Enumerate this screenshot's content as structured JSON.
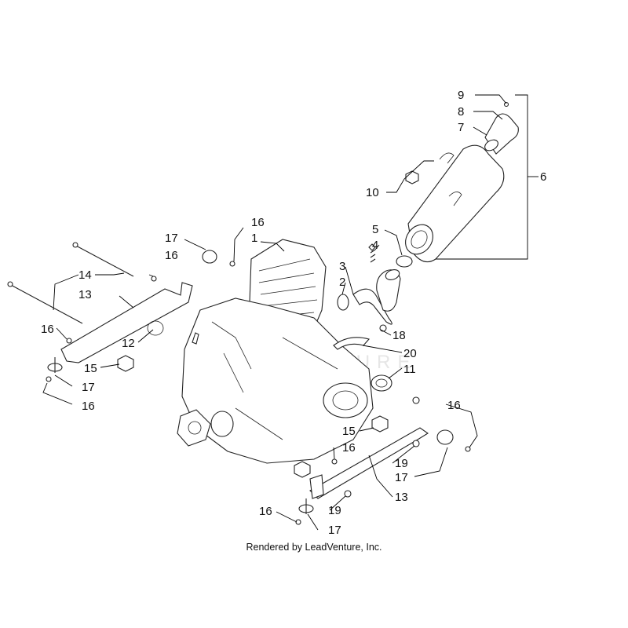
{
  "caption": "Rendered by LeadVenture, Inc.",
  "watermark": "LEADVENTURE",
  "callouts": [
    {
      "id": "c9",
      "label": "9"
    },
    {
      "id": "c8",
      "label": "8"
    },
    {
      "id": "c7",
      "label": "7"
    },
    {
      "id": "c6",
      "label": "6"
    },
    {
      "id": "c10",
      "label": "10"
    },
    {
      "id": "c5",
      "label": "5"
    },
    {
      "id": "c4",
      "label": "4"
    },
    {
      "id": "c3",
      "label": "3"
    },
    {
      "id": "c2",
      "label": "2"
    },
    {
      "id": "c16a",
      "label": "16"
    },
    {
      "id": "c1",
      "label": "1"
    },
    {
      "id": "c17a",
      "label": "17"
    },
    {
      "id": "c16b",
      "label": "16"
    },
    {
      "id": "c14",
      "label": "14"
    },
    {
      "id": "c13a",
      "label": "13"
    },
    {
      "id": "c16c",
      "label": "16"
    },
    {
      "id": "c12",
      "label": "12"
    },
    {
      "id": "c18",
      "label": "18"
    },
    {
      "id": "c20",
      "label": "20"
    },
    {
      "id": "c11",
      "label": "11"
    },
    {
      "id": "c15a",
      "label": "15"
    },
    {
      "id": "c17b",
      "label": "17"
    },
    {
      "id": "c16d",
      "label": "16"
    },
    {
      "id": "c16e",
      "label": "16"
    },
    {
      "id": "c15b",
      "label": "15"
    },
    {
      "id": "c16f",
      "label": "16"
    },
    {
      "id": "c19a",
      "label": "19"
    },
    {
      "id": "c17c",
      "label": "17"
    },
    {
      "id": "c13b",
      "label": "13"
    },
    {
      "id": "c19b",
      "label": "19"
    },
    {
      "id": "c16g",
      "label": "16"
    },
    {
      "id": "c17d",
      "label": "17"
    }
  ]
}
